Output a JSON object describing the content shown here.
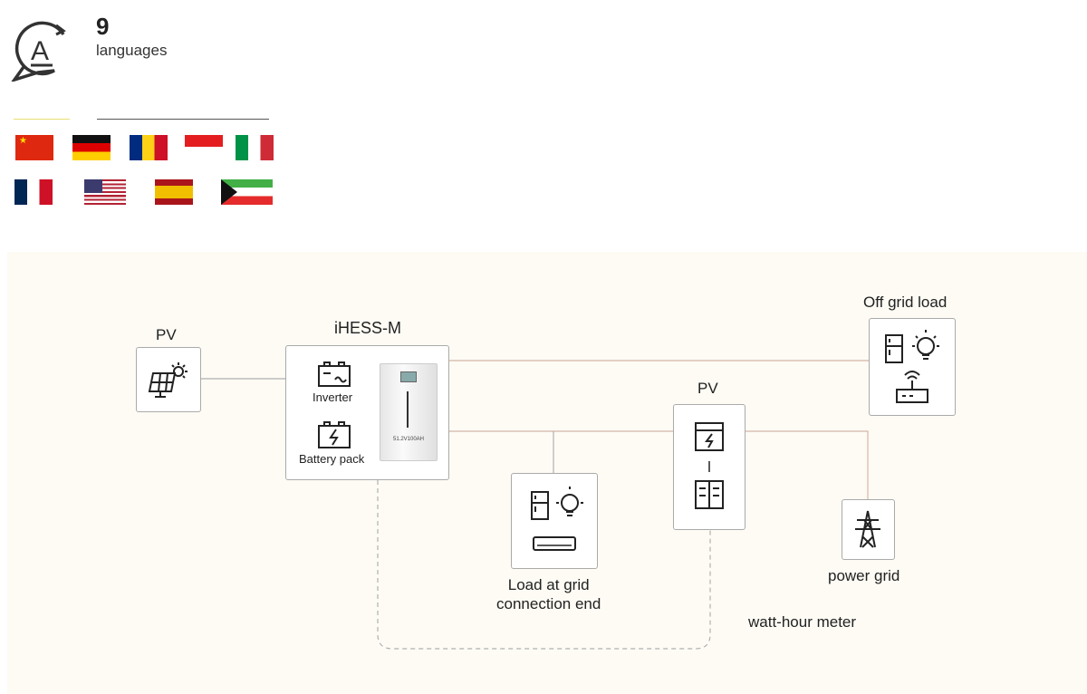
{
  "header": {
    "count": "9",
    "label": "languages",
    "icon": "translate-icon"
  },
  "flags": [
    "china",
    "germany",
    "romania",
    "indonesia",
    "italy",
    "france",
    "usa",
    "spain",
    "kuwait"
  ],
  "diagram": {
    "pv_left": "PV",
    "ihess": "iHESS-M",
    "inverter": "Inverter",
    "battery": "Battery pack",
    "battery_label": "51.2V100AH",
    "off_grid": "Off grid load",
    "pv_mid": "PV",
    "load_grid": "Load at grid\nconnection end",
    "power_grid": "power grid",
    "meter": "watt-hour meter"
  },
  "colors": {
    "line_gray": "#b0b0b0",
    "line_warm": "#d6b5a6",
    "panel": "#fdfbf4"
  }
}
